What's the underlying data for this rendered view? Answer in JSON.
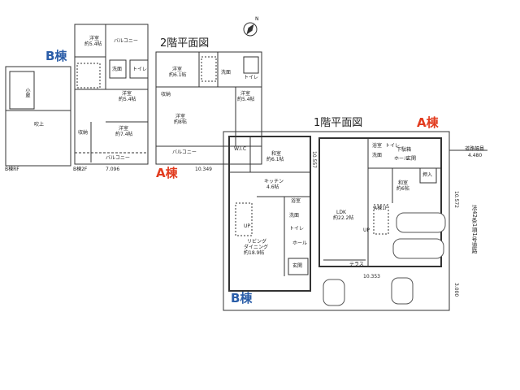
{
  "titles": {
    "floor2": "2階平面図",
    "floor1": "1階平面図"
  },
  "buildings": {
    "a": "A棟",
    "b": "B棟"
  },
  "compass_letter": "N",
  "b_roof": {
    "loft_label": "小屋",
    "fukinuke": "吹上",
    "caption": "B棟RF"
  },
  "b2f": {
    "room1": "洋室",
    "room1_size": "約5.4帖",
    "balcony_top": "バルコニー",
    "toilet": "トイレ",
    "wash": "洗面",
    "room2": "洋室",
    "room2_size": "約5.4帖",
    "room3": "洋室",
    "room3_size": "約7.4帖",
    "closet": "収納",
    "balcony_bottom": "バルコニー",
    "caption": "B棟2F",
    "dim": "7.096"
  },
  "a2f": {
    "room1": "洋室",
    "room1_size": "約6.1帖",
    "toilet": "トイレ",
    "wash": "洗面",
    "room2": "洋室",
    "room2_size": "約5.4帖",
    "room3": "洋室",
    "room3_size": "約8帖",
    "closet": "収納",
    "balcony": "バルコニー",
    "dim": "10.349"
  },
  "b1f": {
    "wic": "W.I.C",
    "japanese": "和室",
    "japanese_size": "約6.1帖",
    "kitchen": "キッチン",
    "kitchen_size": "4.6帖",
    "living": "リビング",
    "dining": "ダイニング",
    "living_size": "約18.9帖",
    "stair": "UP",
    "hall": "ホール",
    "entrance": "玄関",
    "bath": "浴室",
    "wash": "洗面",
    "toilet": "トイレ",
    "dim_side": "10.557"
  },
  "a1f": {
    "ldk": "LDK",
    "ldk_size": "約22.2帖",
    "japanese": "和室",
    "japanese_size": "約6帖",
    "hall": "ホール",
    "entrance": "玄関",
    "closet": "押入",
    "stair": "UP",
    "terrace": "テラス",
    "caption": "A棟1F",
    "bath": "浴室",
    "wash": "洗面",
    "toilet": "トイレ",
    "storage": "下駄箱"
  },
  "site": {
    "road_label": "道路幅員",
    "road_width": "4.480",
    "law_label": "法42条1項1号道路",
    "dim_right": "10.572",
    "dim_bottom": "10.353",
    "dim_corner": "3.000"
  }
}
